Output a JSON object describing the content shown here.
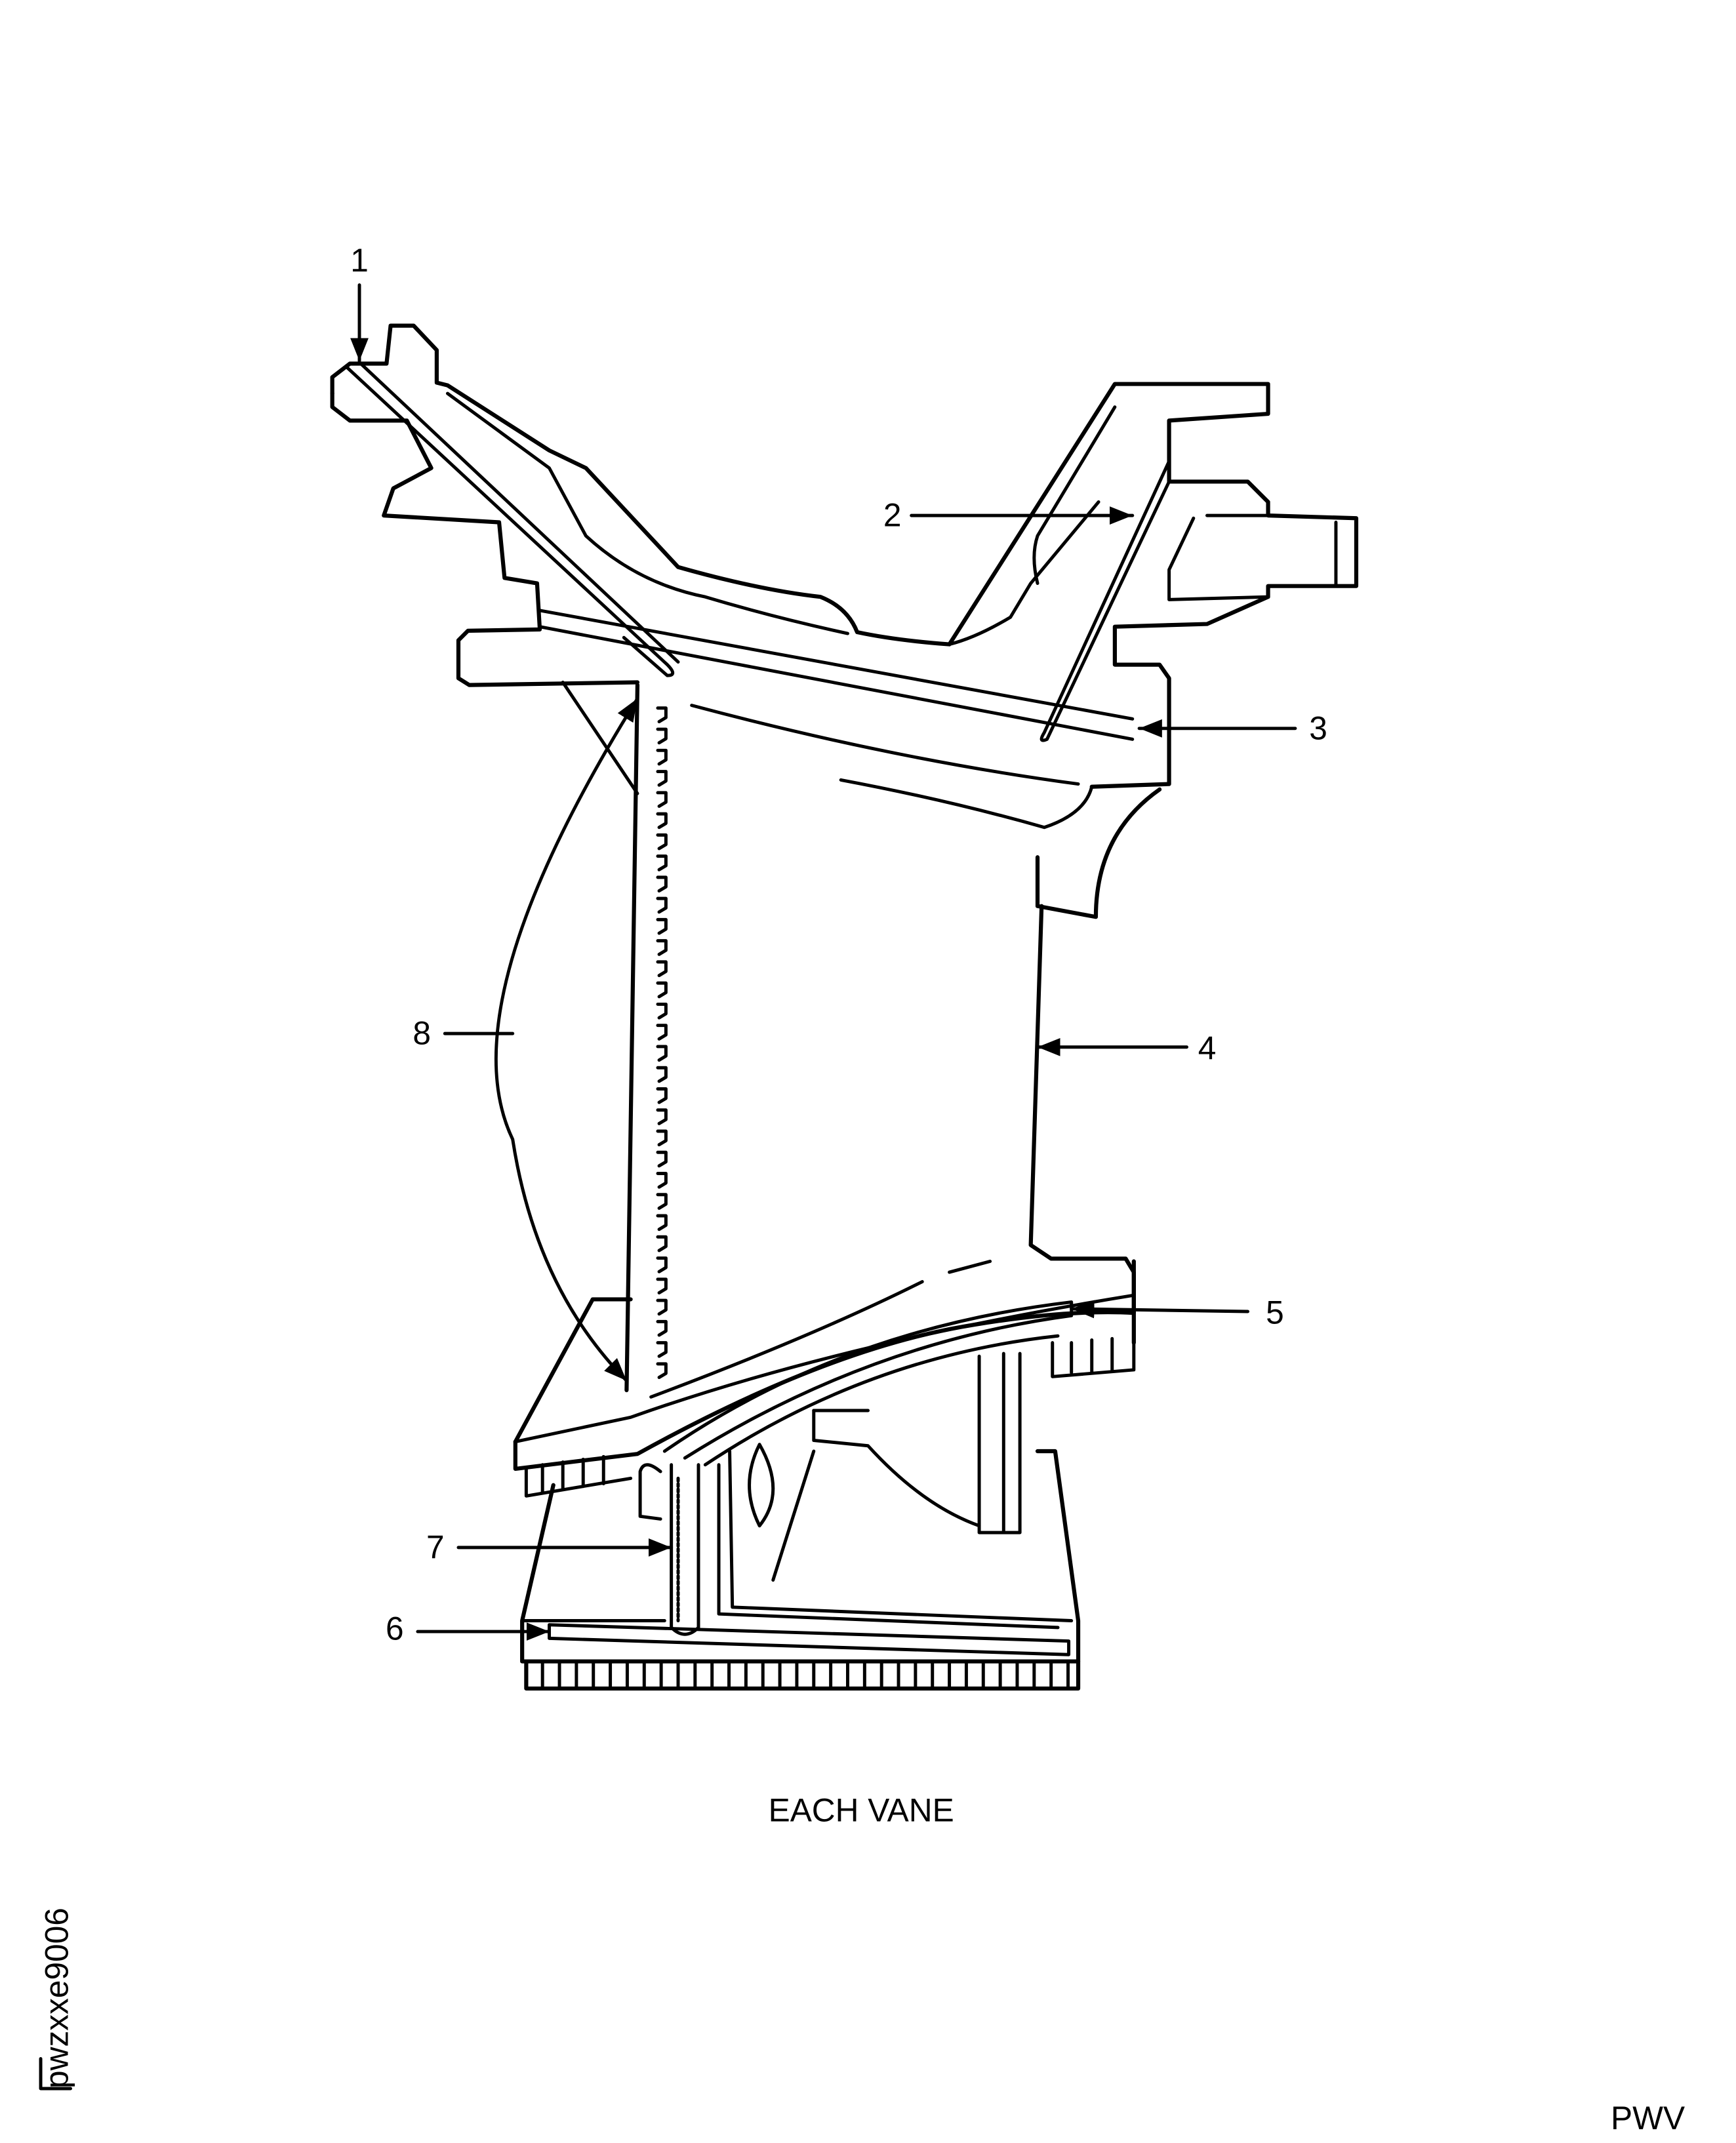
{
  "callouts": [
    "1",
    "2",
    "3",
    "4",
    "5",
    "6",
    "7",
    "8"
  ],
  "caption": "EACH VANE",
  "figure_code": "pwzxxe9006",
  "footer_code": "PWV",
  "colors": {
    "ink": "#000000",
    "background": "#ffffff"
  }
}
